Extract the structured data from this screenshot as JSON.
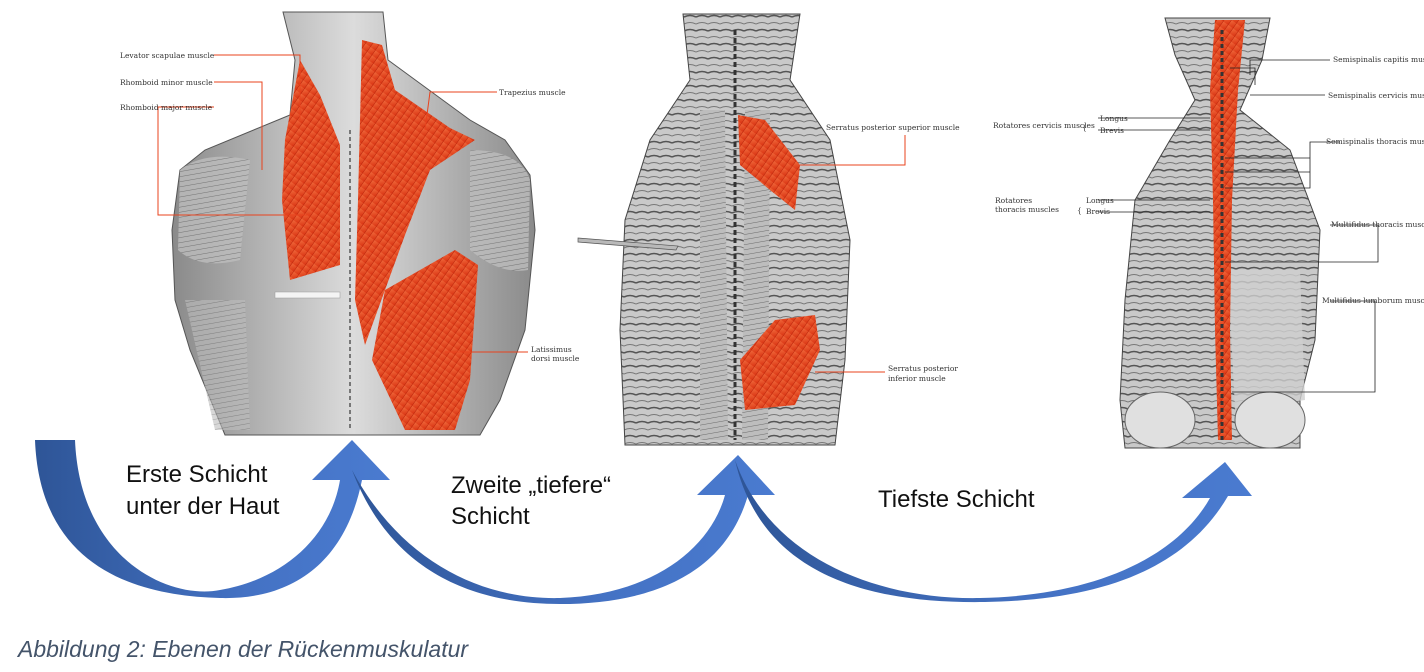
{
  "panels": {
    "first": {
      "labels": {
        "levator": "Levator scapulae muscle",
        "rhomboid_minor": "Rhomboid minor muscle",
        "rhomboid_major": "Rhomboid major muscle",
        "trapezius": "Trapezius muscle",
        "latissimus_1": "Latissimus",
        "latissimus_2": "dorsi muscle"
      }
    },
    "second": {
      "labels": {
        "serratus_sup": "Serratus posterior superior muscle",
        "serratus_inf_1": "Serratus posterior",
        "serratus_inf_2": "inferior muscle"
      }
    },
    "third": {
      "labels": {
        "semispinalis_capitis": "Semispinalis capitis muscle",
        "semispinalis_cervicis": "Semispinalis cervicis muscle",
        "semispinalis_thoracis": "Semispinalis thoracis muscle",
        "rotatores_cervicis": "Rotatores cervicis muscles",
        "longus_1": "Longus",
        "brevis_1": "Brevis",
        "rotatores_thoracis_1": "Rotatores",
        "rotatores_thoracis_2": "thoracis muscles",
        "longus_2": "Longus",
        "brevis_2": "Brevis",
        "multifidus_thoracis": "Multifidus thoracis muscles",
        "multifidus_lumborum": "Multifidus lumborum muscles"
      }
    }
  },
  "layers": {
    "first_line1": "Erste Schicht",
    "first_line2": "unter der Haut",
    "second_line1": "Zweite „tiefere“",
    "second_line2": "Schicht",
    "third": "Tiefste Schicht"
  },
  "caption": "Abbildung 2: Ebenen der Rückenmuskulatur",
  "colors": {
    "muscle_red": "#e8431e",
    "arrow_blue": "#4472c4",
    "arrow_dark": "#2e5597",
    "caption": "#44546a"
  }
}
